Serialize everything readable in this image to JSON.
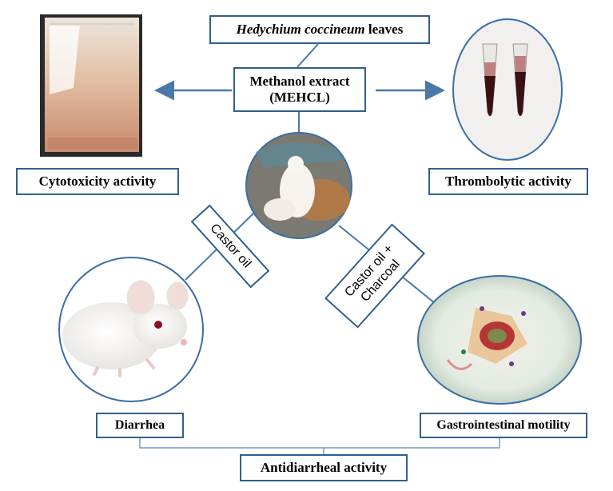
{
  "header": {
    "plant_italic": "Hedychium coccineum",
    "plant_rest": " leaves"
  },
  "extract": {
    "line1": "Methanol extract",
    "line2": "(MEHCL)"
  },
  "activities": {
    "cytotoxicity": "Cytotoxicity activity",
    "thrombolytic": "Thrombolytic activity",
    "diarrhea": "Diarrhea",
    "gastro": "Gastrointestinal motility",
    "antidiarrheal": "Antidiarrheal activity"
  },
  "treatments": {
    "castor_oil": "Castor oil",
    "castor_charcoal_line1": "Castor oil +",
    "castor_charcoal_line2": "Charcoal"
  },
  "colors": {
    "border": "#2f5f8f",
    "arrow": "#4a78a8",
    "ellipse_ring": "#3a6ea5"
  }
}
